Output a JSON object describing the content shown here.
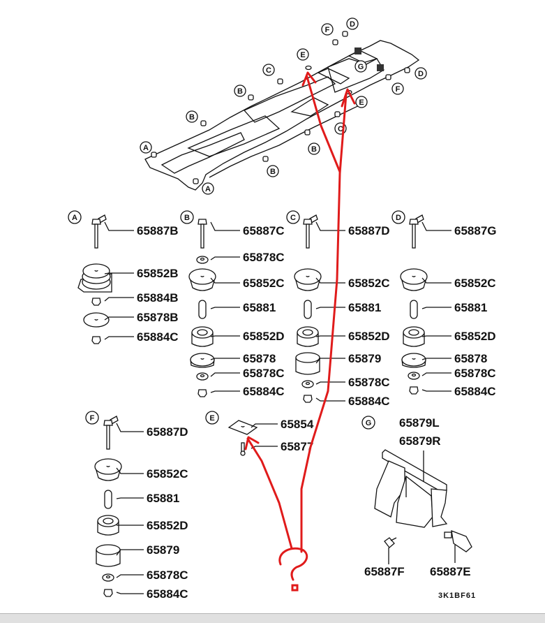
{
  "diagram": {
    "figure_code": "3K1BF61",
    "frame_callouts": [
      {
        "letter": "A"
      },
      {
        "letter": "A"
      },
      {
        "letter": "B"
      },
      {
        "letter": "B"
      },
      {
        "letter": "B"
      },
      {
        "letter": "B"
      },
      {
        "letter": "C"
      },
      {
        "letter": "C"
      },
      {
        "letter": "D"
      },
      {
        "letter": "D"
      },
      {
        "letter": "E"
      },
      {
        "letter": "E"
      },
      {
        "letter": "F"
      },
      {
        "letter": "F"
      },
      {
        "letter": "G"
      }
    ],
    "groups": [
      {
        "id": "A",
        "parts": [
          "65887B",
          "65852B",
          "65884B",
          "65878B",
          "65884C"
        ]
      },
      {
        "id": "B",
        "parts": [
          "65887C",
          "65878C",
          "65852C",
          "65881",
          "65852D",
          "65878",
          "65878C",
          "65884C"
        ]
      },
      {
        "id": "C",
        "parts": [
          "65887D",
          "65852C",
          "65881",
          "65852D",
          "65879",
          "65878C",
          "65884C"
        ]
      },
      {
        "id": "D",
        "parts": [
          "65887G",
          "65852C",
          "65881",
          "65852D",
          "65878",
          "65878C",
          "65884C"
        ]
      },
      {
        "id": "F",
        "parts": [
          "65887D",
          "65852C",
          "65881",
          "65852D",
          "65879",
          "65878C",
          "65884C"
        ]
      },
      {
        "id": "E",
        "parts": [
          "65854",
          "65877"
        ]
      },
      {
        "id": "G",
        "parts": [
          "65879L",
          "65879R",
          "65887F",
          "65887E"
        ]
      }
    ],
    "annotation": {
      "text": "?",
      "color": "#e01b1b"
    }
  }
}
